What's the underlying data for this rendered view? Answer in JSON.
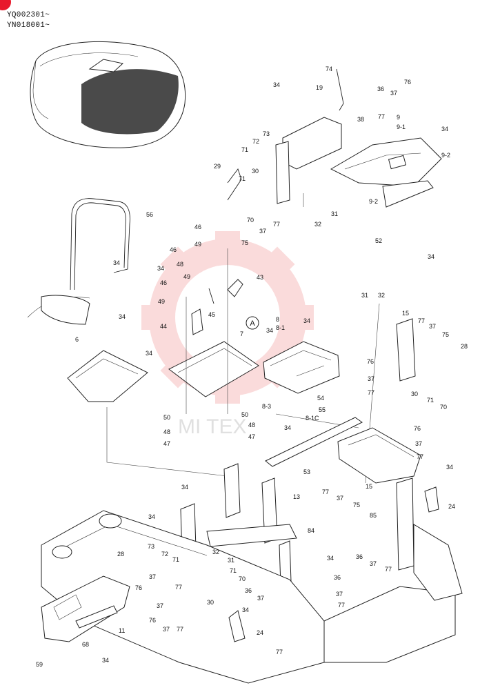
{
  "header": {
    "serial_1": "YQ002301~",
    "serial_2": "YN018001~"
  },
  "callout_circle": "A",
  "labels": [
    {
      "id": "l1",
      "text": "74"
    },
    {
      "id": "l2",
      "text": "36"
    },
    {
      "id": "l3",
      "text": "37"
    },
    {
      "id": "l4",
      "text": "76"
    },
    {
      "id": "l5",
      "text": "38"
    },
    {
      "id": "l6",
      "text": "77"
    },
    {
      "id": "l7",
      "text": "9"
    },
    {
      "id": "l8",
      "text": "9-1"
    },
    {
      "id": "l9",
      "text": "34"
    },
    {
      "id": "l10",
      "text": "34"
    },
    {
      "id": "l11",
      "text": "19"
    },
    {
      "id": "l12",
      "text": "9-2"
    },
    {
      "id": "l13",
      "text": "73"
    },
    {
      "id": "l14",
      "text": "72"
    },
    {
      "id": "l15",
      "text": "71"
    },
    {
      "id": "l16",
      "text": "29"
    },
    {
      "id": "l17",
      "text": "30"
    },
    {
      "id": "l18",
      "text": "71"
    },
    {
      "id": "l19",
      "text": "9-2"
    },
    {
      "id": "l20",
      "text": "70"
    },
    {
      "id": "l21",
      "text": "75"
    },
    {
      "id": "l22",
      "text": "37"
    },
    {
      "id": "l23",
      "text": "77"
    },
    {
      "id": "l24",
      "text": "32"
    },
    {
      "id": "l25",
      "text": "31"
    },
    {
      "id": "l26",
      "text": "52"
    },
    {
      "id": "l27",
      "text": "34"
    },
    {
      "id": "l28",
      "text": "56"
    },
    {
      "id": "l29",
      "text": "46"
    },
    {
      "id": "l30",
      "text": "49"
    },
    {
      "id": "l31",
      "text": "46"
    },
    {
      "id": "l32",
      "text": "34"
    },
    {
      "id": "l33",
      "text": "34"
    },
    {
      "id": "l34",
      "text": "48"
    },
    {
      "id": "l35",
      "text": "49"
    },
    {
      "id": "l36",
      "text": "43"
    },
    {
      "id": "l37",
      "text": "46"
    },
    {
      "id": "l38",
      "text": "49"
    },
    {
      "id": "l39",
      "text": "45"
    },
    {
      "id": "l40",
      "text": "8"
    },
    {
      "id": "l41",
      "text": "8-1"
    },
    {
      "id": "l42",
      "text": "34"
    },
    {
      "id": "l43",
      "text": "44"
    },
    {
      "id": "l44",
      "text": "7"
    },
    {
      "id": "l45",
      "text": "34"
    },
    {
      "id": "l46",
      "text": "34"
    },
    {
      "id": "l47",
      "text": "6"
    },
    {
      "id": "l48",
      "text": "34"
    },
    {
      "id": "l49",
      "text": "31"
    },
    {
      "id": "l50",
      "text": "32"
    },
    {
      "id": "l51",
      "text": "15"
    },
    {
      "id": "l52",
      "text": "77"
    },
    {
      "id": "l53",
      "text": "37"
    },
    {
      "id": "l54",
      "text": "75"
    },
    {
      "id": "l55",
      "text": "28"
    },
    {
      "id": "l56",
      "text": "76"
    },
    {
      "id": "l57",
      "text": "37"
    },
    {
      "id": "l58",
      "text": "77"
    },
    {
      "id": "l59",
      "text": "30"
    },
    {
      "id": "l60",
      "text": "71"
    },
    {
      "id": "l61",
      "text": "70"
    },
    {
      "id": "l62",
      "text": "8-3"
    },
    {
      "id": "l63",
      "text": "54"
    },
    {
      "id": "l64",
      "text": "55"
    },
    {
      "id": "l65",
      "text": "8-1C"
    },
    {
      "id": "l66",
      "text": "50"
    },
    {
      "id": "l67",
      "text": "50"
    },
    {
      "id": "l68",
      "text": "48"
    },
    {
      "id": "l69",
      "text": "48"
    },
    {
      "id": "l70",
      "text": "47"
    },
    {
      "id": "l71",
      "text": "47"
    },
    {
      "id": "l72",
      "text": "34"
    },
    {
      "id": "l73",
      "text": "76"
    },
    {
      "id": "l74",
      "text": "37"
    },
    {
      "id": "l75",
      "text": "77"
    },
    {
      "id": "l76",
      "text": "53"
    },
    {
      "id": "l77",
      "text": "34"
    },
    {
      "id": "l78",
      "text": "77"
    },
    {
      "id": "l79",
      "text": "37"
    },
    {
      "id": "l80",
      "text": "75"
    },
    {
      "id": "l81",
      "text": "15"
    },
    {
      "id": "l82",
      "text": "13"
    },
    {
      "id": "l83",
      "text": "24"
    },
    {
      "id": "l84",
      "text": "85"
    },
    {
      "id": "l85",
      "text": "34"
    },
    {
      "id": "l86",
      "text": "84"
    },
    {
      "id": "l87",
      "text": "34"
    },
    {
      "id": "l88",
      "text": "36"
    },
    {
      "id": "l89",
      "text": "37"
    },
    {
      "id": "l90",
      "text": "77"
    },
    {
      "id": "l91",
      "text": "28"
    },
    {
      "id": "l92",
      "text": "73"
    },
    {
      "id": "l93",
      "text": "72"
    },
    {
      "id": "l94",
      "text": "71"
    },
    {
      "id": "l95",
      "text": "32"
    },
    {
      "id": "l96",
      "text": "31"
    },
    {
      "id": "l97",
      "text": "34"
    },
    {
      "id": "l98",
      "text": "37"
    },
    {
      "id": "l99",
      "text": "70"
    },
    {
      "id": "l100",
      "text": "71"
    },
    {
      "id": "l101",
      "text": "36"
    },
    {
      "id": "l102",
      "text": "36"
    },
    {
      "id": "l103",
      "text": "37"
    },
    {
      "id": "l104",
      "text": "77"
    },
    {
      "id": "l105",
      "text": "76"
    },
    {
      "id": "l106",
      "text": "77"
    },
    {
      "id": "l107",
      "text": "30"
    },
    {
      "id": "l108",
      "text": "37"
    },
    {
      "id": "l109",
      "text": "34"
    },
    {
      "id": "l110",
      "text": "76"
    },
    {
      "id": "l111",
      "text": "37"
    },
    {
      "id": "l112",
      "text": "77"
    },
    {
      "id": "l113",
      "text": "77"
    },
    {
      "id": "l114",
      "text": "24"
    },
    {
      "id": "l115",
      "text": "11"
    },
    {
      "id": "l116",
      "text": "68"
    },
    {
      "id": "l117",
      "text": "59"
    },
    {
      "id": "l118",
      "text": "34"
    },
    {
      "id": "l119",
      "text": "37"
    }
  ],
  "colors": {
    "line": "#222222",
    "watermark": "#f08080",
    "corner_badge": "#e8192c"
  }
}
